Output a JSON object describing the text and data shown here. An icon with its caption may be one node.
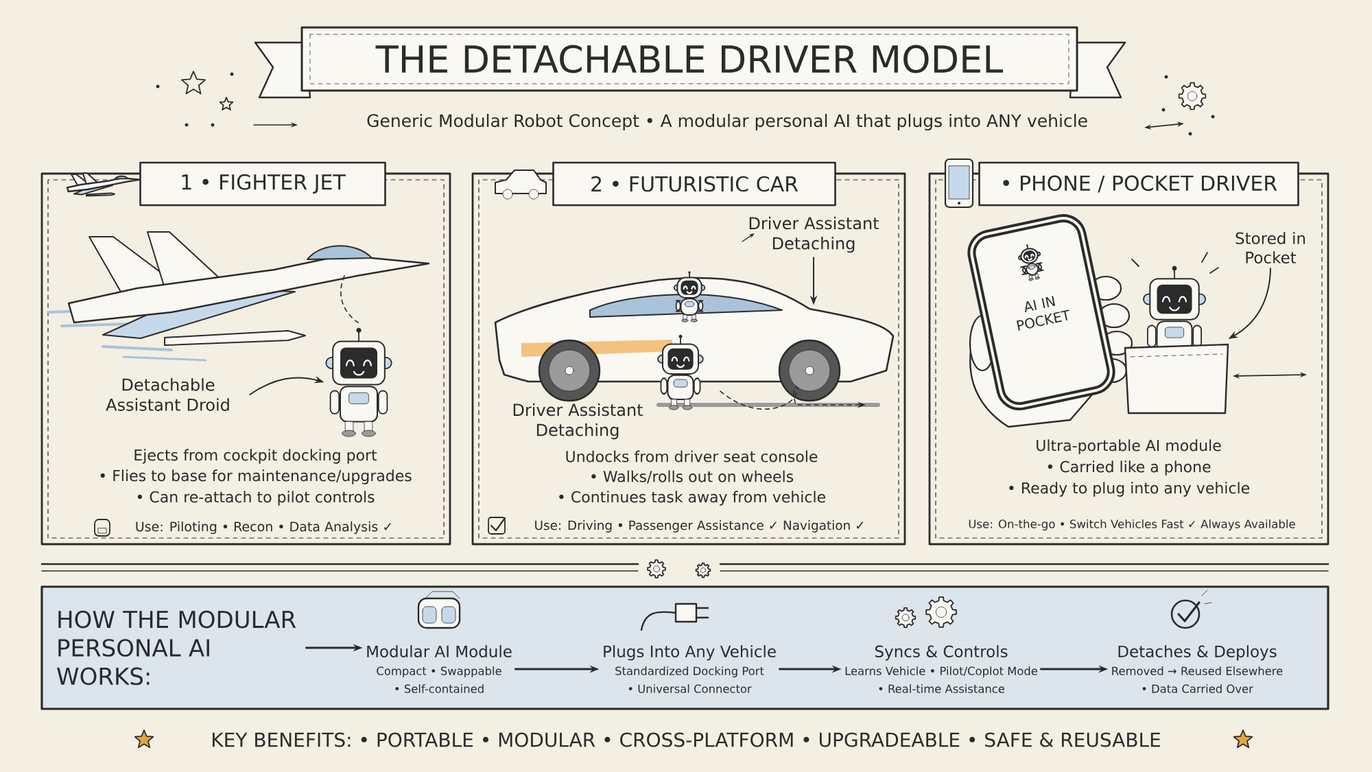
{
  "diagram": {
    "title": "THE DETACHABLE DRIVER MODEL",
    "nodes": [
      {
        "text": [
          "1 • FIGHTER JET",
          "Ejects from cockpit docking port",
          "• Flies to base for maintenance/upgrades",
          "• Can re-attach to pilot controls",
          "Use: Piloting • Recon • Data Analysis ✓"
        ]
      },
      {
        "text": [
          "Detachable Assistant Droid"
        ],
        "in": 0
      },
      {
        "text": [],
        "shape": "picture",
        "in": 0
      },
      {
        "text": [
          "2 • FUTURISTIC CAR",
          "Undocks from driver seat console",
          "• Walks/rolls out on wheels",
          "• Continues task away from vehicle",
          "Use: Driving • Passenger Assistance ✓ Navigation ✓"
        ]
      },
      {
        "text": [
          "Driver Assistant Detaching"
        ],
        "in": 3
      },
      {
        "text": [],
        "shape": "picture",
        "in": 3
      },
      {
        "text": [
          "• PHONE / POCKET DRIVER",
          "Ultra-portable AI module",
          "• Carried like a phone",
          "• Ready to plug into any vehicle",
          "Use: On-the-go • Switch Vehicles Fast ✓ Always Available"
        ]
      },
      {
        "text": [
          "AI IN POCKET"
        ],
        "in": 6
      },
      {
        "text": [
          "Stored in Pocket"
        ],
        "in": 6
      },
      {
        "text": [],
        "shape": "picture",
        "in": 6
      },
      {
        "text": [],
        "shape": "box"
      },
      {
        "text": [
          "HOW THE MODULAR PERSONAL AI WORKS:"
        ],
        "in": 10
      },
      {
        "text": [
          "Modular AI Module",
          "Compact • Swappable",
          "• Self-contained"
        ],
        "in": 10
      },
      {
        "text": [
          "Plugs Into Any Vehicle",
          "Standardized Docking Port",
          "• Universal Connector"
        ],
        "in": 10
      },
      {
        "text": [
          "Syncs & Controls",
          "Learns Vehicle • Pilot/Coplot Mode",
          "• Real-time Assistance"
        ],
        "in": 10
      },
      {
        "text": [
          "Detaches & Deploys",
          "Removed → Reused Elsewhere",
          "• Data Carried Over"
        ],
        "in": 10
      }
    ],
    "edges": [
      {
        "from": 1,
        "to": 2,
        "arrow": "to"
      },
      {
        "from": 4,
        "to": 5,
        "arrow": "to"
      },
      {
        "from": 8,
        "to": 9,
        "arrow": "to"
      },
      {
        "from": 11,
        "to": 12,
        "arrow": "to"
      },
      {
        "from": 12,
        "to": 13,
        "arrow": "to"
      },
      {
        "from": 13,
        "to": 14,
        "arrow": "to"
      },
      {
        "from": 14,
        "to": 15,
        "arrow": "to"
      }
    ],
    "labels": [
      "Generic Modular Robot Concept • A modular personal AI that plugs into ANY vehicle",
      "Driver Assistant Detaching",
      "KEY BENEFITS: • PORTABLE • MODULAR • CROSS-PLATFORM • UPGRADEABLE • SAFE & REUSABLE"
    ]
  }
}
